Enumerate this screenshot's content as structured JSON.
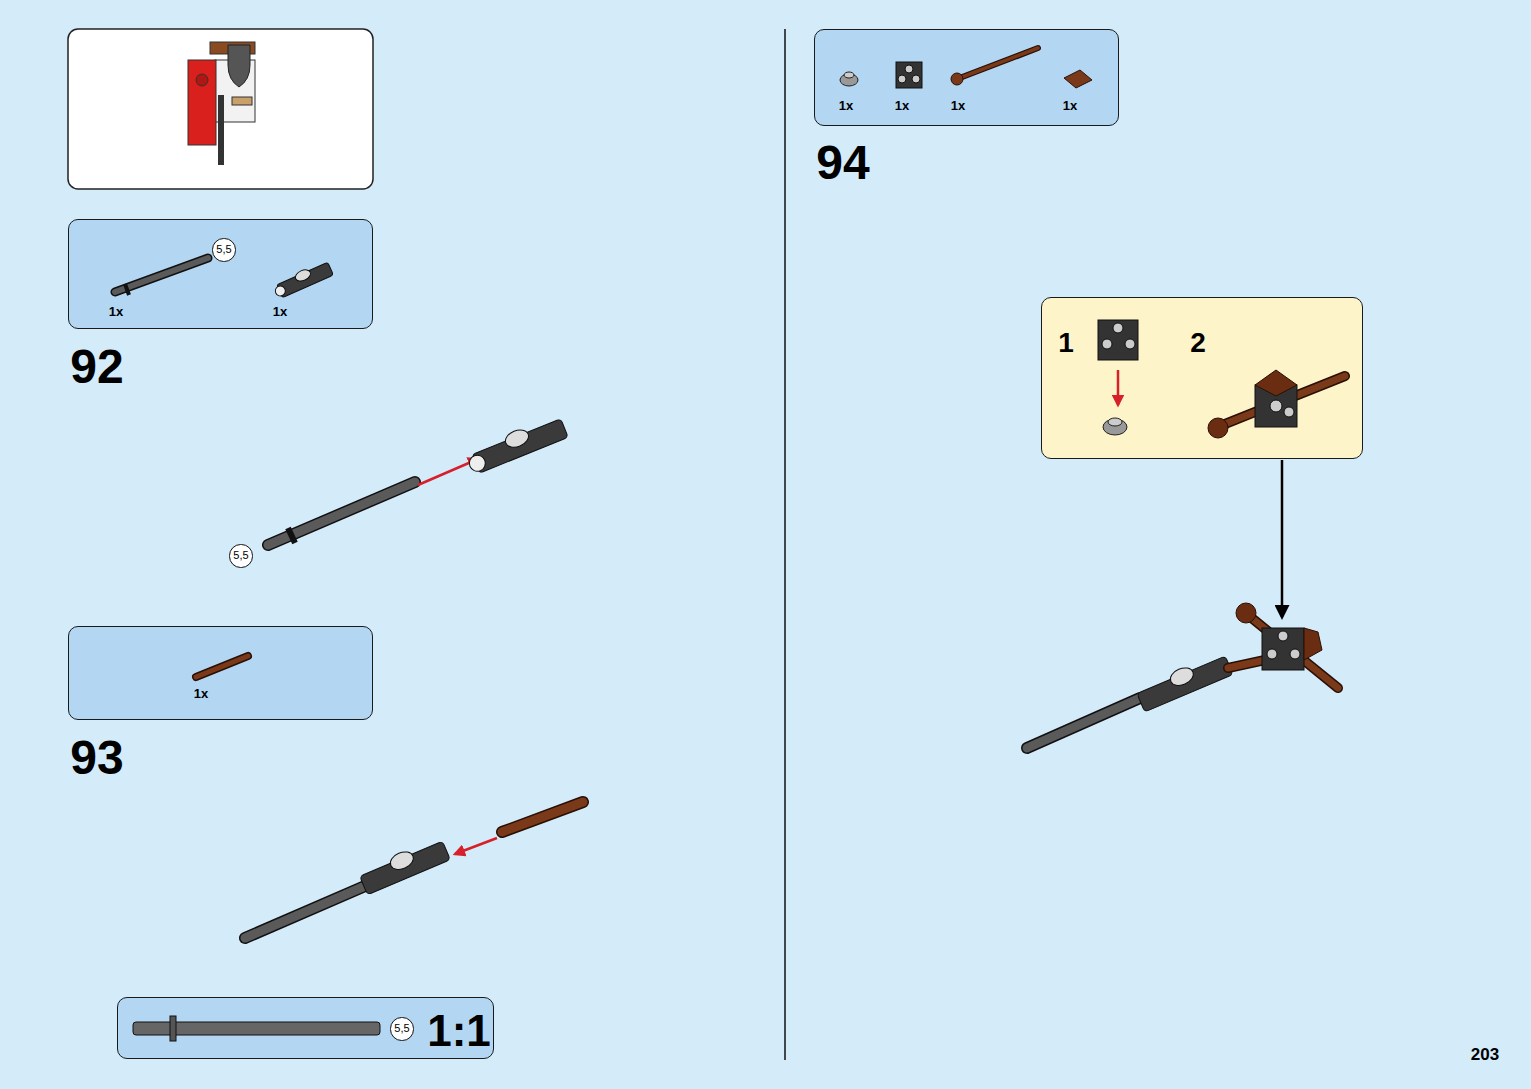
{
  "diagram": {
    "nodes": [
      {
        "text": [
          "1x",
          "1x"
        ]
      },
      {
        "text": [
          "5,5"
        ],
        "in": 0
      },
      {
        "text": [
          "5,5"
        ]
      },
      {
        "text": [
          "1x"
        ]
      },
      {
        "text": [
          "1:1"
        ]
      },
      {
        "text": [
          "5,5"
        ],
        "in": 4
      },
      {
        "text": [
          "1x",
          "1x",
          "1x",
          "1x"
        ]
      },
      {
        "text": [
          "1",
          "2"
        ]
      }
    ],
    "labels": [
      "92",
      "93",
      "94",
      "203"
    ]
  }
}
